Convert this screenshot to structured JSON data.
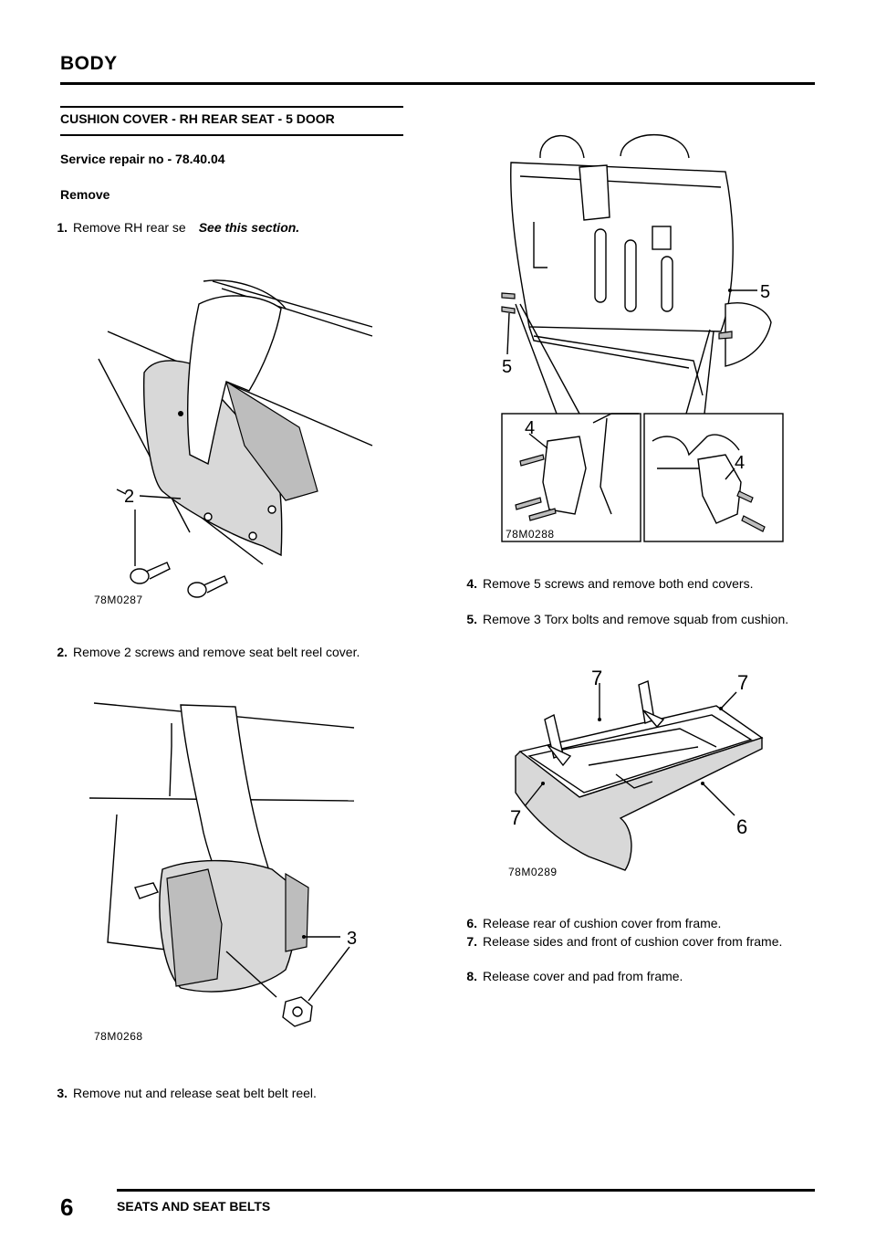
{
  "header": {
    "section": "BODY"
  },
  "procedure": {
    "title": "CUSHION COVER - RH REAR SEAT - 5 DOOR",
    "service_repair": "Service repair no - 78.40.04",
    "remove_heading": "Remove"
  },
  "steps": [
    {
      "num": "1.",
      "text": "Remove RH rear se",
      "link": "See this section."
    },
    {
      "num": "2.",
      "text": "Remove 2 screws and remove seat belt reel cover."
    },
    {
      "num": "3.",
      "text": "Remove nut and release seat belt belt reel."
    },
    {
      "num": "4.",
      "text": "Remove 5 screws and remove both end covers."
    },
    {
      "num": "5.",
      "text": "Remove 3 Torx bolts and remove squab from cushion."
    },
    {
      "num": "6.",
      "text": "Release rear of cushion cover from frame."
    },
    {
      "num": "7.",
      "text": "Release sides and front of cushion cover from frame."
    },
    {
      "num": "8.",
      "text": "Release cover and pad from frame."
    }
  ],
  "figures": [
    {
      "code": "78M0287",
      "callouts": [
        "2"
      ]
    },
    {
      "code": "78M0268",
      "callouts": [
        "3"
      ]
    },
    {
      "code": "78M0288",
      "callouts": [
        "5",
        "5",
        "4",
        "4"
      ]
    },
    {
      "code": "78M0289",
      "callouts": [
        "7",
        "7",
        "7",
        "6"
      ]
    }
  ],
  "footer": {
    "page": "6",
    "title": "SEATS AND SEAT BELTS"
  }
}
